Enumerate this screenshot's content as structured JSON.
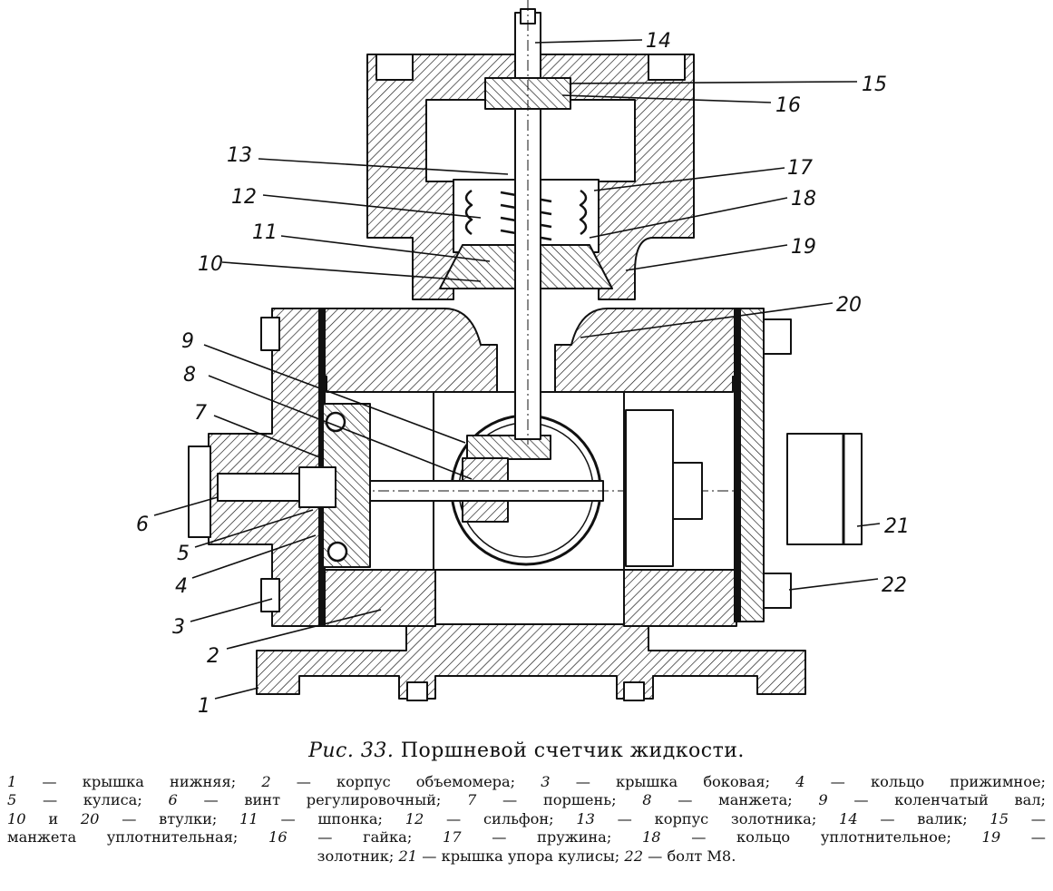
{
  "callouts": {
    "c1": "1",
    "c2": "2",
    "c3": "3",
    "c4": "4",
    "c5": "5",
    "c6": "6",
    "c7": "7",
    "c8": "8",
    "c9": "9",
    "c10": "10",
    "c11": "11",
    "c12": "12",
    "c13": "13",
    "c14": "14",
    "c15": "15",
    "c16": "16",
    "c17": "17",
    "c18": "18",
    "c19": "19",
    "c20": "20",
    "c21": "21",
    "c22": "22"
  },
  "caption": {
    "prefix": "Рис. 33.",
    "title": "Поршневой счетчик жидкости."
  },
  "legend": {
    "l1": [
      {
        "n": "1",
        "t": " — крышка нижняя; "
      },
      {
        "n": "2",
        "t": " — корпус объемомера; "
      },
      {
        "n": "3",
        "t": " — крышка боковая; "
      },
      {
        "n": "4",
        "t": " — кольцо прижимное;"
      }
    ],
    "l2": [
      {
        "n": "5",
        "t": " — кулиса; "
      },
      {
        "n": "6",
        "t": " — винт регулировочный; "
      },
      {
        "n": "7",
        "t": " — поршень; "
      },
      {
        "n": "8",
        "t": " — манжета; "
      },
      {
        "n": "9",
        "t": " — коленчатый вал;"
      }
    ],
    "l3": [
      {
        "n": "10",
        "t": " и "
      },
      {
        "n": "20",
        "t": " — втулки; "
      },
      {
        "n": "11",
        "t": " — шпонка; "
      },
      {
        "n": "12",
        "t": " — сильфон; "
      },
      {
        "n": "13",
        "t": " — корпус золотника; "
      },
      {
        "n": "14",
        "t": " — валик; "
      },
      {
        "n": "15",
        "t": " —"
      }
    ],
    "l4": [
      {
        "n": "",
        "t": "манжета уплотнительная; "
      },
      {
        "n": "16",
        "t": " — гайка; "
      },
      {
        "n": "17",
        "t": " — пружина; "
      },
      {
        "n": "18",
        "t": " — кольцо уплотнительное; "
      },
      {
        "n": "19",
        "t": " —"
      }
    ],
    "l5": [
      {
        "n": "",
        "t": "золотник; "
      },
      {
        "n": "21",
        "t": " — крышка упора кулисы; "
      },
      {
        "n": "22",
        "t": " — болт М8."
      }
    ]
  }
}
